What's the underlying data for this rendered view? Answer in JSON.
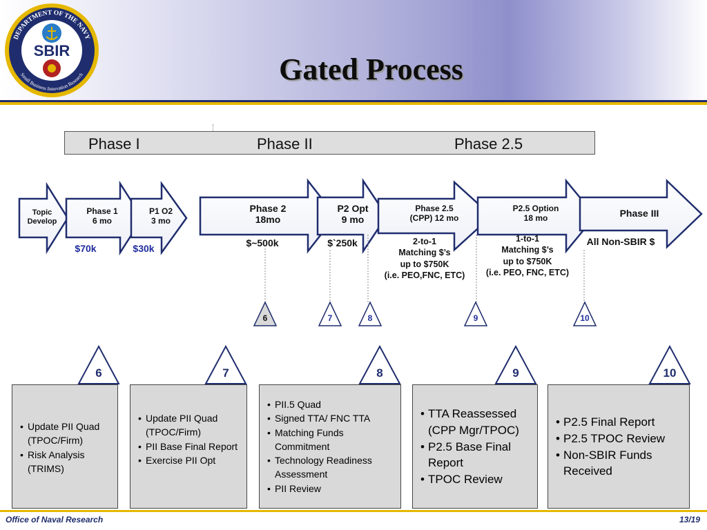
{
  "header": {
    "title": "Gated Process",
    "seal": {
      "ring_top": "DEPARTMENT OF THE NAVY",
      "ring_bottom": "Small Business Innovation Research",
      "center": "SBIR"
    }
  },
  "phase_bar": {
    "labels": [
      "Phase I",
      "Phase II",
      "Phase 2.5"
    ]
  },
  "arrows": [
    {
      "line1": "Topic",
      "line2": "Develop"
    },
    {
      "line1": "Phase 1",
      "line2": "6 mo"
    },
    {
      "line1": "P1 O2",
      "line2": "3 mo"
    },
    {
      "line1": "Phase 2",
      "line2": "18mo"
    },
    {
      "line1": "P2 Opt",
      "line2": "9 mo"
    },
    {
      "line1": "Phase 2.5",
      "line2": "(CPP) 12 mo"
    },
    {
      "line1": "P2.5 Option",
      "line2": "18 mo"
    },
    {
      "line1": "Phase III",
      "line2": ""
    }
  ],
  "amounts": {
    "p1": "$70k",
    "p1o2": "$30k",
    "p2": "$~500k",
    "p2opt": "$`250k",
    "p25": [
      "2-to-1",
      "Matching $’s",
      "up to $750K",
      "(i.e. PEO,FNC, ETC)"
    ],
    "p25opt": [
      "1-to-1",
      "Matching $’s",
      "up to $750K",
      "(i.e. PEO, FNC, ETC)"
    ],
    "p3": "All Non-SBIR $"
  },
  "gates_small": [
    "6",
    "7",
    "8",
    "9",
    "10"
  ],
  "gates_large": [
    "6",
    "7",
    "8",
    "9",
    "10"
  ],
  "boxes": [
    {
      "items": [
        "Update PII Quad (TPOC/Firm)",
        "Risk Analysis (TRIMS)"
      ]
    },
    {
      "items": [
        "Update PII Quad (TPOC/Firm)",
        "PII Base Final Report",
        "Exercise PII Opt"
      ]
    },
    {
      "items": [
        "PII.5 Quad",
        "Signed TTA/  FNC TTA",
        "Matching Funds Commitment",
        "Technology Readiness Assessment",
        "PII Review"
      ]
    },
    {
      "items": [
        "TTA Reassessed (CPP Mgr/TPOC)",
        "P2.5 Base Final Report",
        "TPOC Review"
      ]
    },
    {
      "items": [
        "P2.5 Final Report",
        "P2.5 TPOC Review",
        "Non-SBIR Funds Received"
      ]
    }
  ],
  "footer": {
    "org": "Office of Naval Research",
    "page": "13/19"
  },
  "colors": {
    "arrow_border": "#1f2d6e",
    "accent_gold": "#e5b800",
    "navy": "#1f2d6e",
    "amount_blue": "#1f2d9c"
  }
}
